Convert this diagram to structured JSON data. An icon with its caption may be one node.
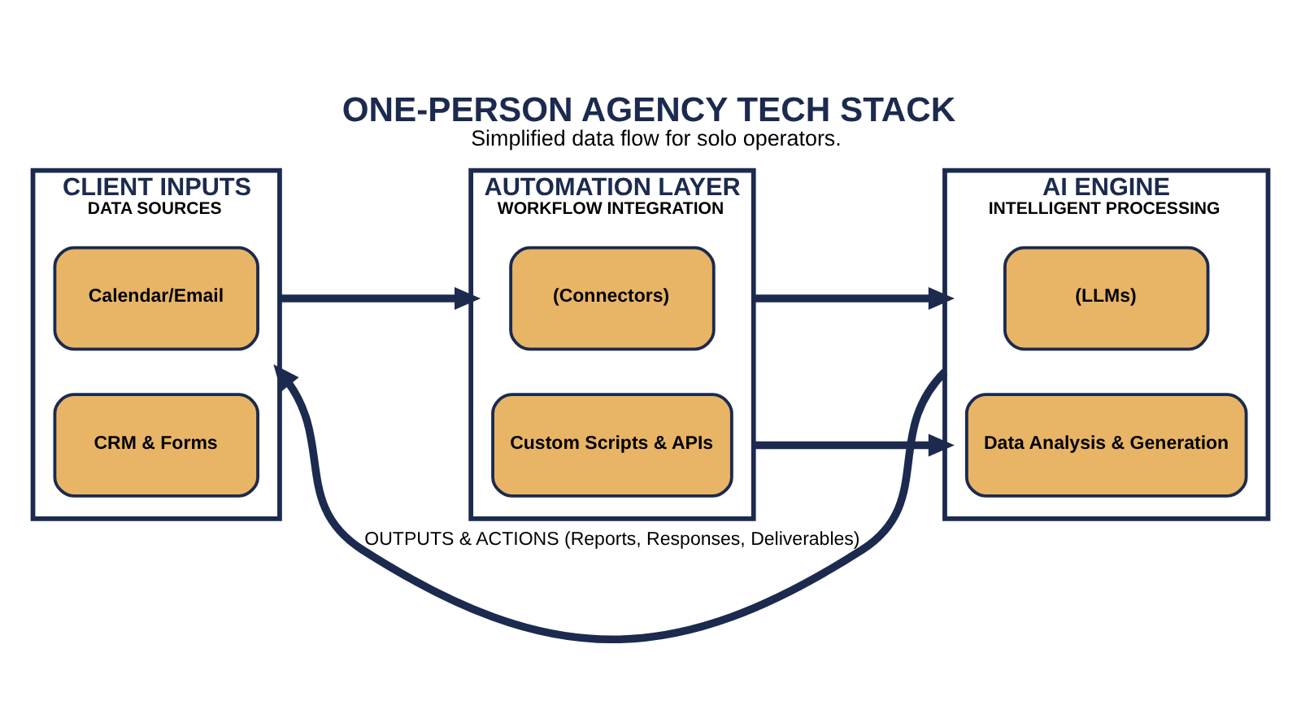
{
  "diagram": {
    "title": "ONE-PERSON AGENCY TECH STACK",
    "caption": "Simplified data flow for solo operators.",
    "nodes": [
      {
        "text": [
          "CLIENT INPUTS",
          "DATA SOURCES"
        ]
      },
      {
        "text": [
          "Calendar/Email"
        ],
        "in": 0
      },
      {
        "text": [
          "CRM & Forms"
        ],
        "in": 0
      },
      {
        "text": [
          "AUTOMATION LAYER",
          "WORKFLOW INTEGRATION"
        ]
      },
      {
        "text": [
          "(Connectors)"
        ],
        "in": 3
      },
      {
        "text": [
          "Custom Scripts & APIs"
        ],
        "in": 3
      },
      {
        "text": [
          "AI ENGINE",
          "INTELLIGENT PROCESSING"
        ]
      },
      {
        "text": [
          "(LLMs)"
        ],
        "in": 6
      },
      {
        "text": [
          "Data Analysis & Generation"
        ],
        "in": 6
      }
    ],
    "edges": [
      {
        "from": 0,
        "to": 3,
        "arrow": "to"
      },
      {
        "from": 3,
        "to": 6,
        "arrow": "to"
      },
      {
        "from": 3,
        "to": 6,
        "arrow": "to"
      },
      {
        "from": 6,
        "to": 0,
        "arrow": "to",
        "label": "OUTPUTS & ACTIONS (Reports, Responses, Deliverables)"
      }
    ]
  }
}
